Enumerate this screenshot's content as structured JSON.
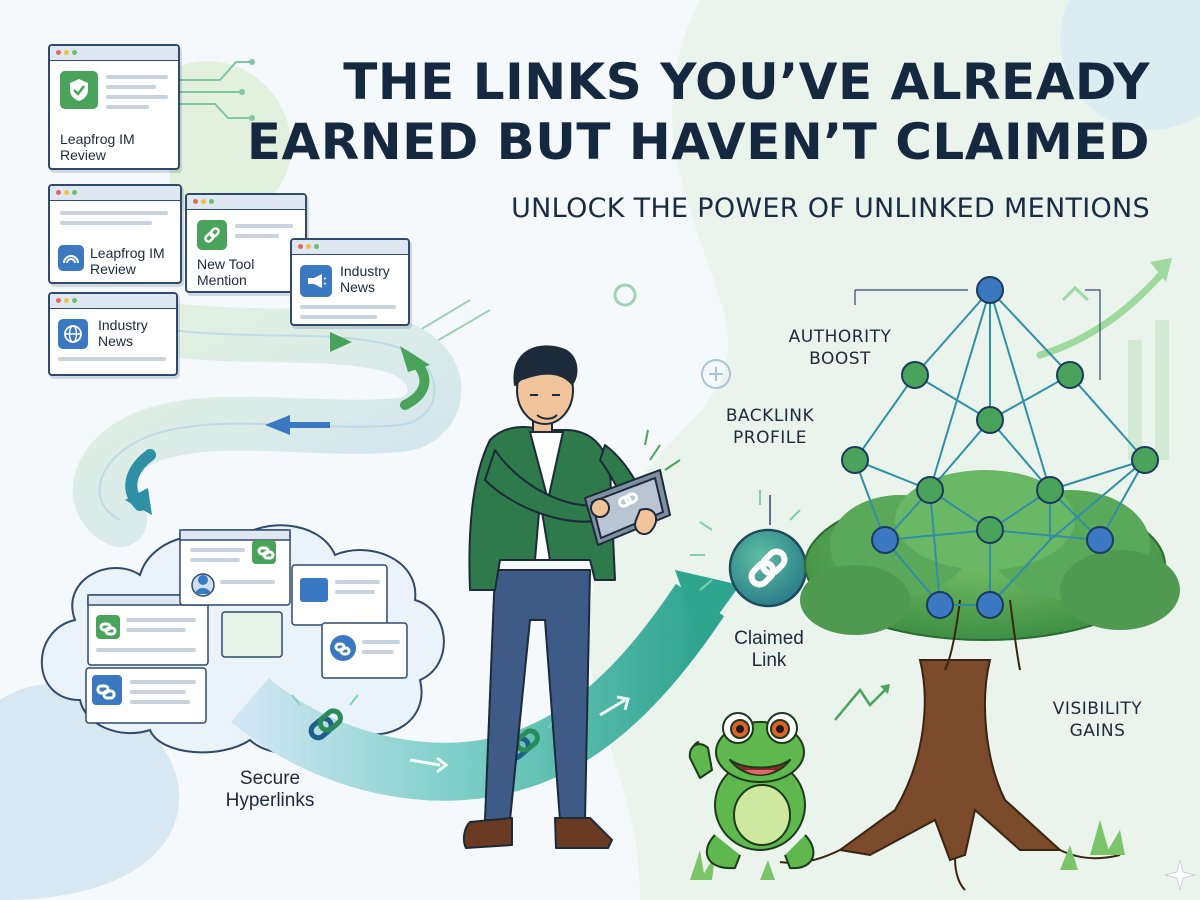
{
  "header": {
    "title_line1": "THE LINKS YOU’VE ALREADY",
    "title_line2": "EARNED BUT HAVEN’T CLAIMED",
    "subtitle": "UNLOCK THE POWER OF UNLINKED MENTIONS"
  },
  "cards": {
    "card1_label_line1": "Leapfrog IM",
    "card1_label_line2": "Review",
    "card2_label_line1": "Leapfrog IM",
    "card2_label_line2": "Review",
    "card3_label_line1": "New Tool",
    "card3_label_line2": "Mention",
    "card4_label_line1": "Industry",
    "card4_label_line2": "News",
    "card5_label_line1": "Industry",
    "card5_label_line2": "News"
  },
  "labels": {
    "secure_line1": "Secure",
    "secure_line2": "Hyperlinks",
    "claimed_line1": "Claimed",
    "claimed_line2": "Link",
    "authority_line1": "AUTHORITY",
    "authority_line2": "BOOST",
    "backlink_line1": "BACKLINK",
    "backlink_line2": "PROFILE",
    "visibility_line1": "VISIBILITY",
    "visibility_line2": "GAINS"
  },
  "icons": [
    "shield-check-icon",
    "rainbow-icon",
    "link-icon",
    "megaphone-icon",
    "globe-icon",
    "user-icon",
    "chain-icon",
    "frog-mascot",
    "tablet-icon"
  ],
  "colors": {
    "navy": "#142840",
    "green": "#4aa35a",
    "blue": "#3a78c2",
    "teal": "#3bb3a4"
  }
}
